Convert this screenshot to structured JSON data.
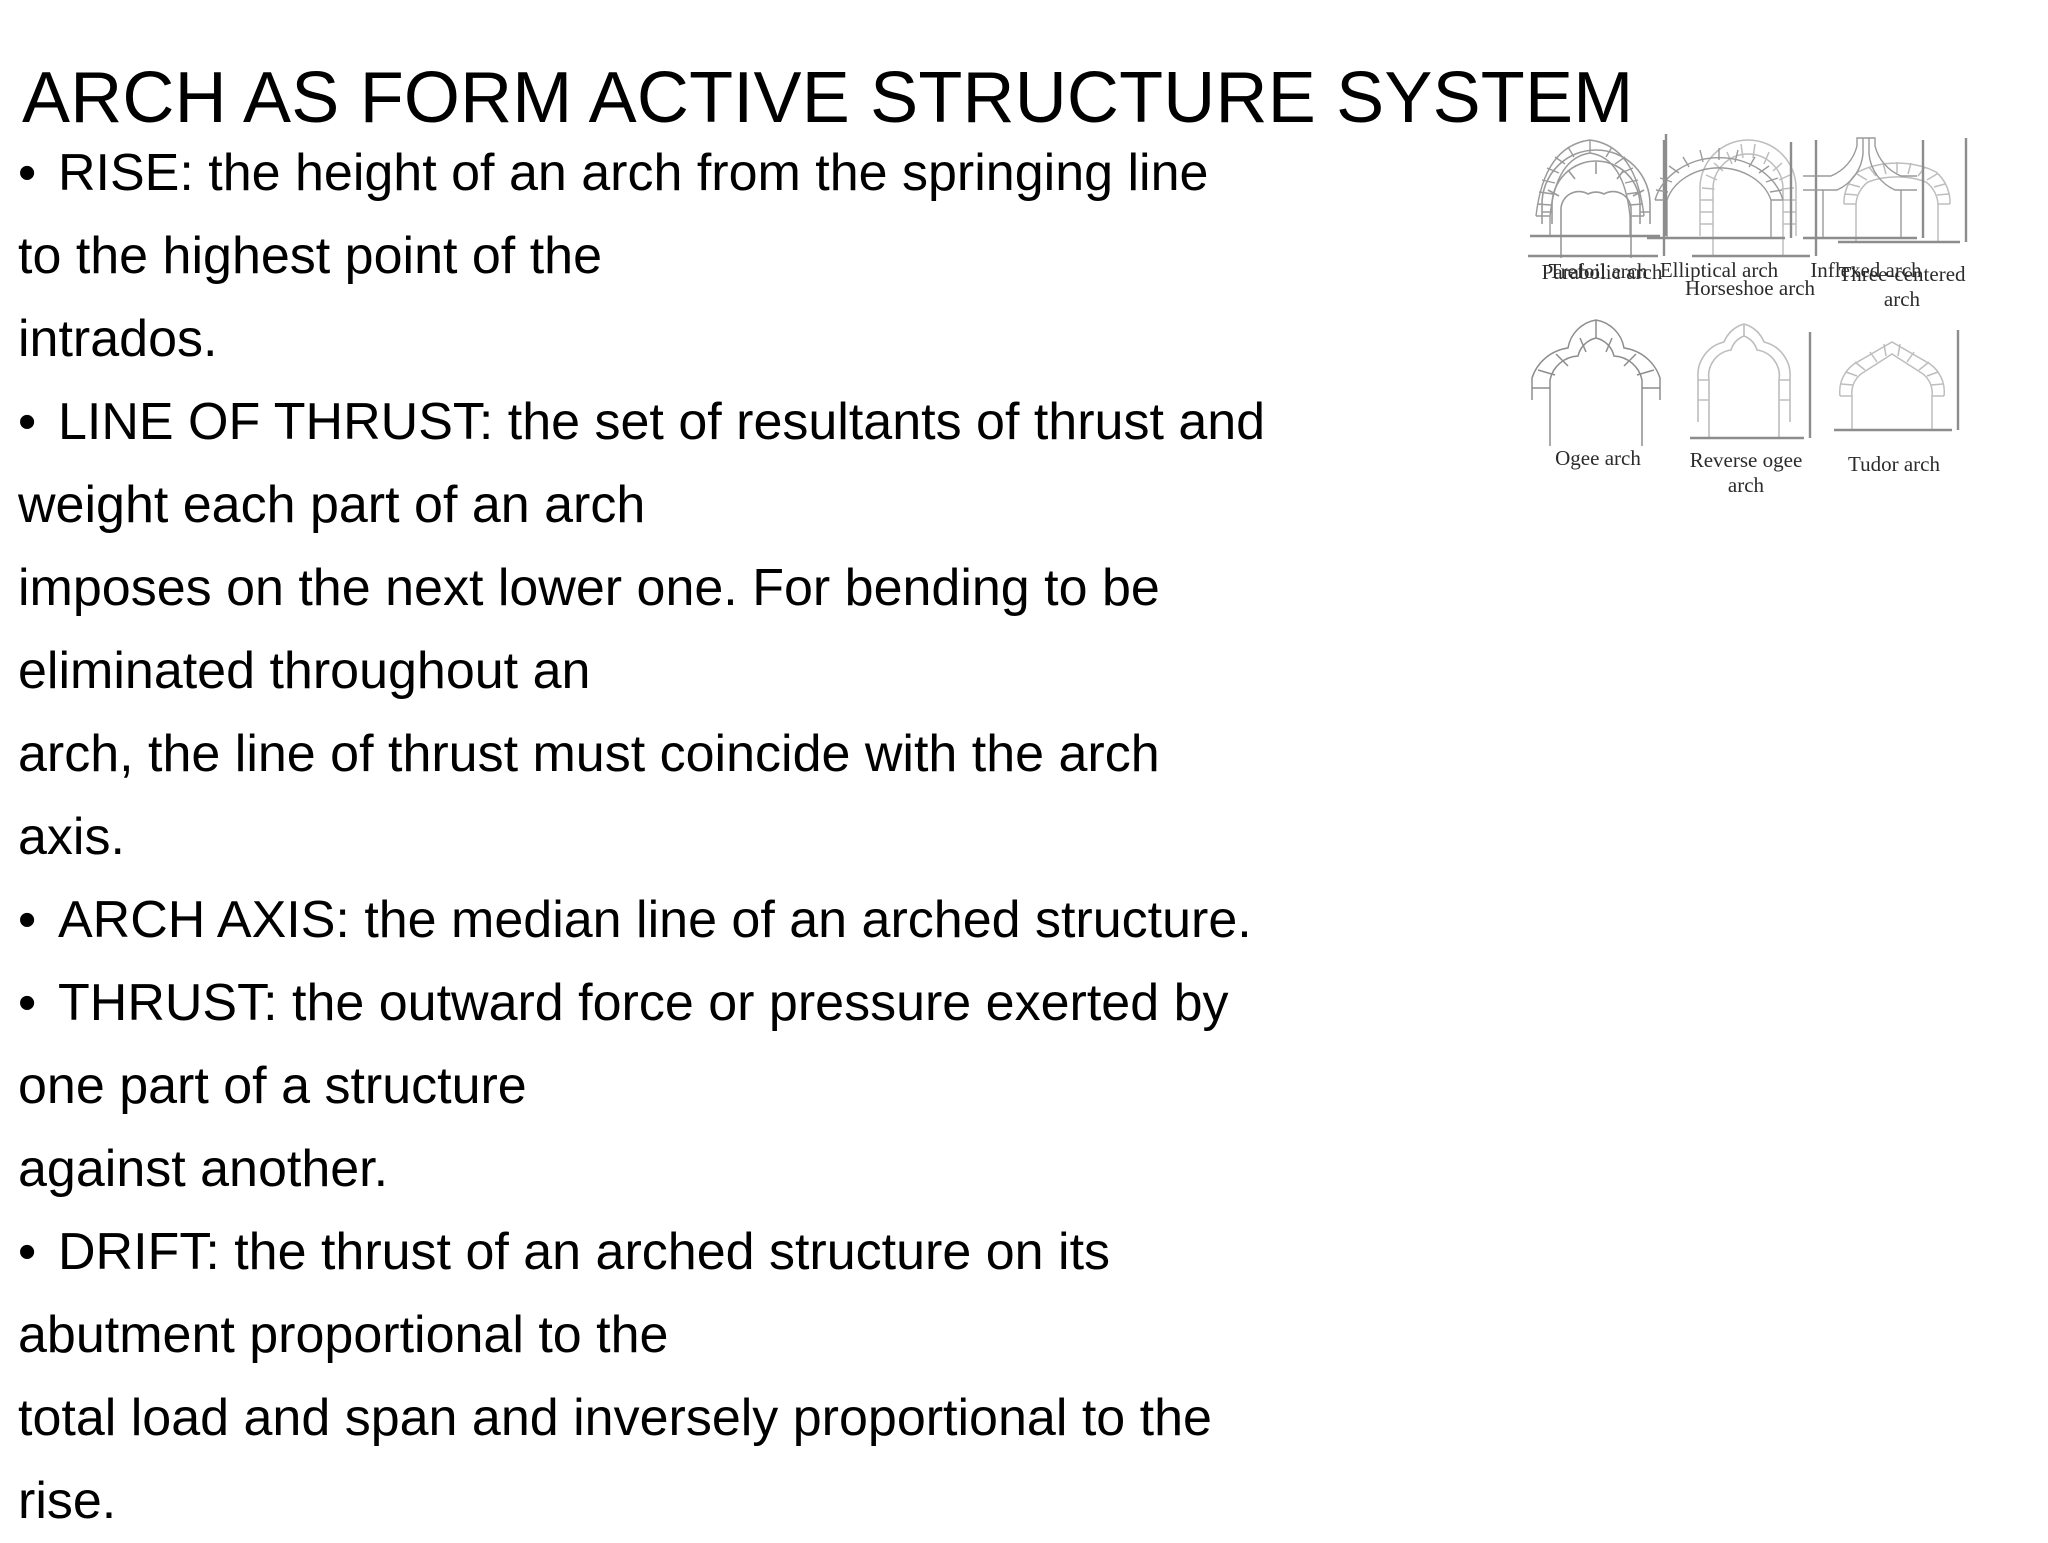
{
  "slide": {
    "title": "ARCH AS FORM ACTIVE STRUCTURE SYSTEM",
    "background_color": "#ffffff",
    "text_color": "#000000"
  },
  "body": {
    "lines": [
      {
        "bullet": true,
        "text": "RISE: the height of an arch from the springing line"
      },
      {
        "bullet": false,
        "text": "to the highest point of the"
      },
      {
        "bullet": false,
        "text": "intrados."
      },
      {
        "bullet": true,
        "text": "LINE OF THRUST: the set of resultants of thrust and"
      },
      {
        "bullet": false,
        "text": "weight each part of an arch"
      },
      {
        "bullet": false,
        "text": "imposes on the next lower one. For bending to be"
      },
      {
        "bullet": false,
        "text": "eliminated throughout an"
      },
      {
        "bullet": false,
        "text": "arch, the line of thrust must coincide with the arch"
      },
      {
        "bullet": false,
        "text": "axis."
      },
      {
        "bullet": true,
        "text": "ARCH AXIS: the median line of an arched structure."
      },
      {
        "bullet": true,
        "text": "THRUST: the outward force or pressure exerted by"
      },
      {
        "bullet": false,
        "text": "one part of a structure"
      },
      {
        "bullet": false,
        "text": "against another."
      },
      {
        "bullet": true,
        "text": "DRIFT: the thrust of an arched structure on its"
      },
      {
        "bullet": false,
        "text": "abutment proportional to the"
      },
      {
        "bullet": false,
        "text": "total load and span and inversely proportional to the"
      },
      {
        "bullet": false,
        "text": "rise."
      }
    ]
  },
  "figure": {
    "name": "arch-types-diagram",
    "line_color": "#9a9a9a",
    "caption_color": "#2b2b2b",
    "rows": [
      {
        "cells": [
          {
            "id": "trefoil-arch",
            "caption": "Trefoil arch"
          },
          {
            "id": "horseshoe-arch",
            "caption": "Horseshoe arch"
          },
          {
            "id": "three-centered-arch",
            "caption": "Three-centered\narch"
          }
        ]
      },
      {
        "cells": [
          {
            "id": "ogee-arch",
            "caption": "Ogee arch"
          },
          {
            "id": "reverse-ogee-arch",
            "caption": "Reverse ogee\narch"
          },
          {
            "id": "tudor-arch",
            "caption": "Tudor arch"
          }
        ]
      },
      {
        "cells": [
          {
            "id": "elliptical-arch",
            "caption": "Elliptical arch"
          },
          {
            "id": "inflexed-arch",
            "caption": "Inflexed arch"
          }
        ]
      },
      {
        "cells": [
          {
            "id": "parabolic-arch",
            "caption": "Parabolic arch"
          }
        ]
      }
    ]
  }
}
